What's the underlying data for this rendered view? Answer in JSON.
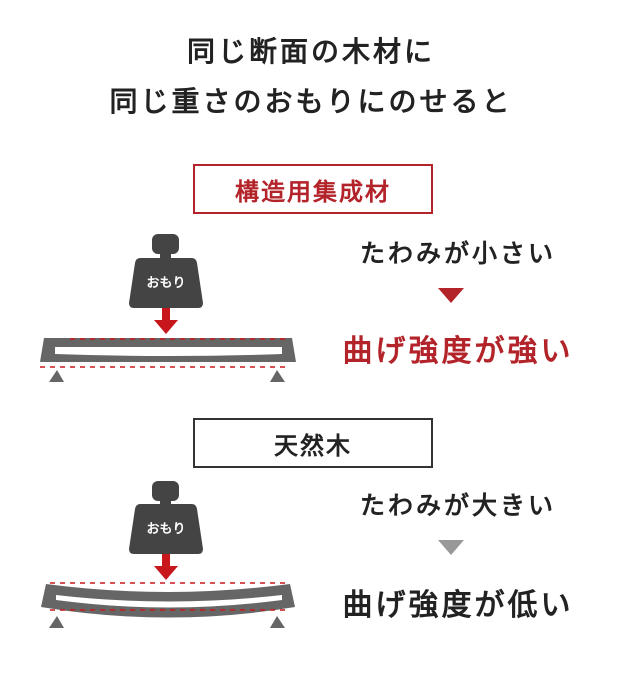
{
  "title": {
    "line1": "同じ断面の木材に",
    "line2": "同じ重さのおもりにのせると"
  },
  "colors": {
    "red": "#b3232a",
    "arrow": "#c8161d",
    "gray": "#666666",
    "dark": "#222222",
    "light_triangle": "#999999"
  },
  "sections": [
    {
      "label": "構造用集成材",
      "deflection": "たわみが小さい",
      "strength": "曲げ強度が強い",
      "weight_label": "おもり"
    },
    {
      "label": "天然木",
      "deflection": "たわみが大きい",
      "strength": "曲げ強度が低い",
      "weight_label": "おもり"
    }
  ]
}
